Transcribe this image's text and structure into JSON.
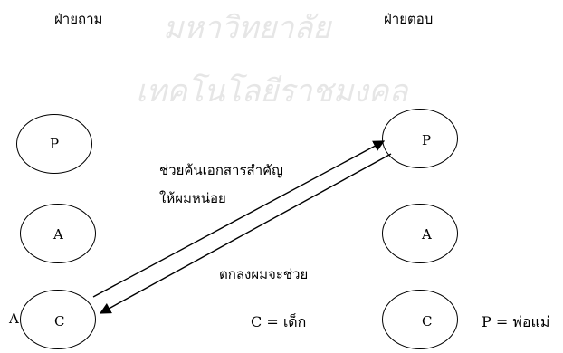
{
  "headers": {
    "left": "ฝ่ายถาม",
    "right": "ฝ่ายตอบ"
  },
  "left_nodes": [
    "P",
    "A",
    "C"
  ],
  "right_nodes": [
    "P",
    "A",
    "C"
  ],
  "request_text": {
    "line1": "ช่วยค้นเอกสารสำคัญ",
    "line2": "ให้ผมหน่อย"
  },
  "reply_text": "ตกลงผมจะช่วย",
  "stray_label": "A",
  "legend": {
    "child": "C = เด็ก",
    "parent": "P = พ่อแม่"
  },
  "watermark": {
    "line1": "มหาวิทยาลัย",
    "line2": "เทคโนโลยีราชมงคล"
  },
  "colors": {
    "ink": "#000000",
    "watermark": "#e6e6e6"
  }
}
